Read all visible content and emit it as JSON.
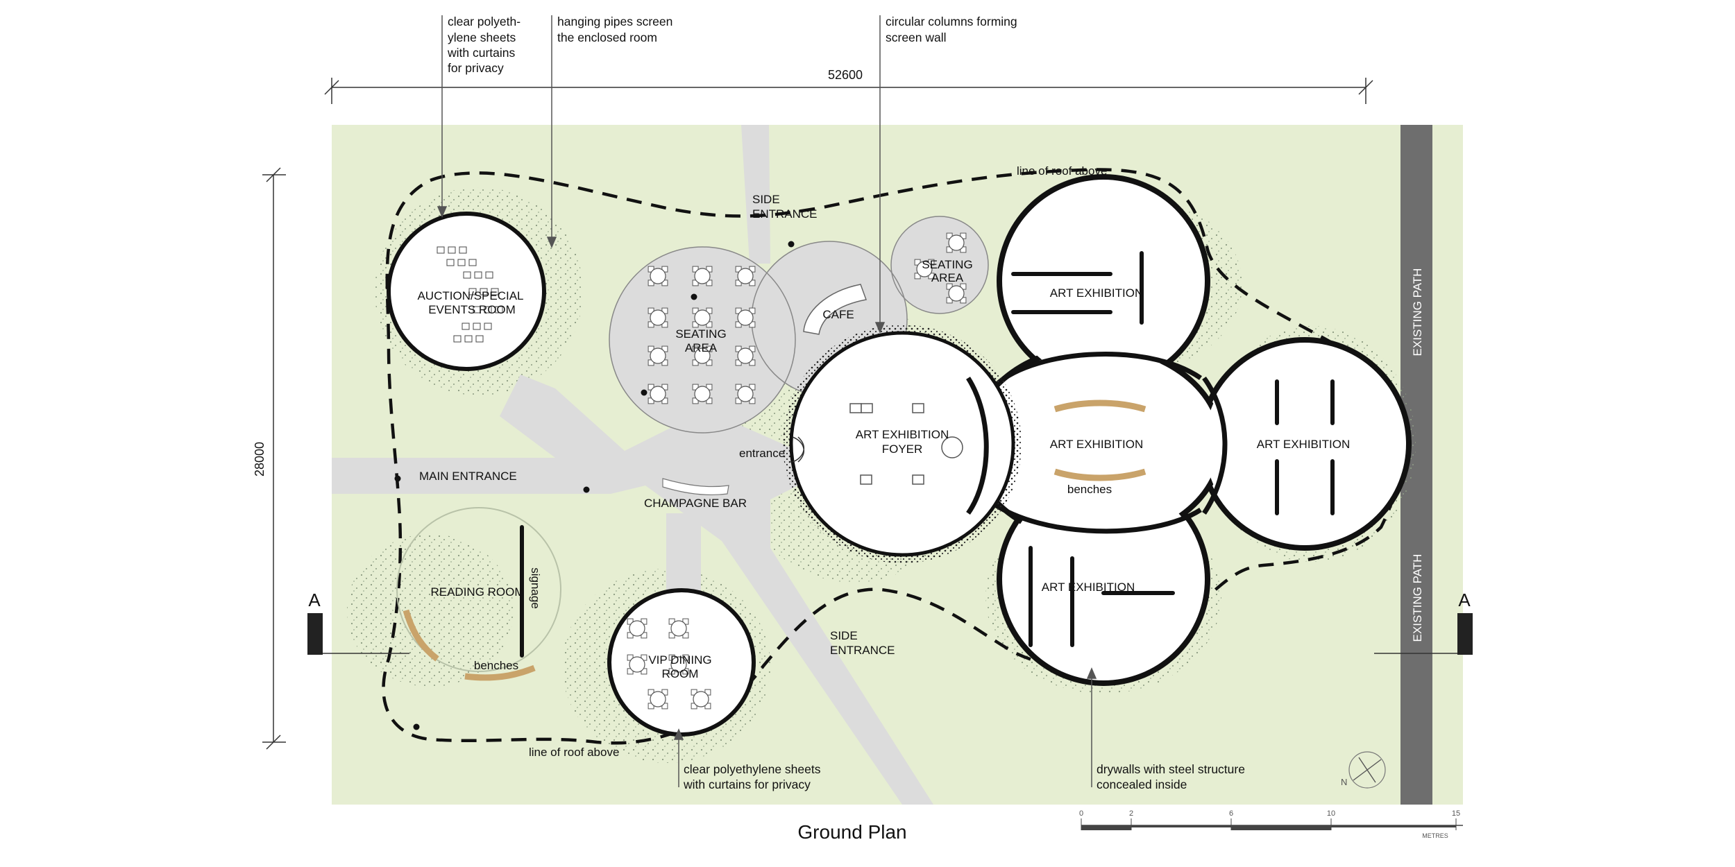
{
  "title": "Ground Plan",
  "dimensions": {
    "width": "52600",
    "height": "28000"
  },
  "section_marker": {
    "left": "A",
    "right": "A"
  },
  "rooms": {
    "auction_line1": "AUCTION/SPECIAL",
    "auction_line2": "EVENTS ROOM",
    "seating_area_1": "SEATING",
    "seating_area_1b": "AREA",
    "seating_area_2": "SEATING",
    "seating_area_2b": "AREA",
    "cafe": "CAFE",
    "foyer_line1": "ART EXHIBITION",
    "foyer_line2": "FOYER",
    "art_exhibition_top": "ART EXHIBITION",
    "art_exhibition_center": "ART EXHIBITION",
    "art_exhibition_right": "ART EXHIBITION",
    "art_exhibition_bottom": "ART EXHIBITION",
    "reading_room": "READING ROOM",
    "vip_line1": "VIP DINING",
    "vip_line2": "ROOM",
    "champagne_bar": "CHAMPAGNE BAR"
  },
  "labels": {
    "main_entrance": "MAIN ENTRANCE",
    "side_entrance_top_1": "SIDE",
    "side_entrance_top_2": "ENTRANCE",
    "side_entrance_bottom_1": "SIDE",
    "side_entrance_bottom_2": "ENTRANCE",
    "entrance": "entrance",
    "benches_center": "benches",
    "benches_reading": "benches",
    "signage": "signage",
    "roof_line_top": "line of roof above",
    "roof_line_bottom": "line of roof above",
    "existing_path_top": "EXISTING PATH",
    "existing_path_bottom": "EXISTING PATH",
    "north": "N"
  },
  "annotations": {
    "poly_1": "clear polyeth-",
    "poly_2": "ylene sheets",
    "poly_3": "with curtains",
    "poly_4": "for privacy",
    "pipes_1": "hanging pipes screen",
    "pipes_2": "the enclosed room",
    "columns_1": "circular columns forming",
    "columns_2": "screen wall",
    "vip_poly_1": "clear polyethylene  sheets",
    "vip_poly_2": "with curtains for privacy",
    "drywall_1": "drywalls with steel structure",
    "drywall_2": "concealed inside"
  },
  "scale_bar": {
    "ticks": [
      "0",
      "2",
      "6",
      "10",
      "15"
    ],
    "unit": "METRES"
  },
  "colors": {
    "lawn": "#e6eed2",
    "paving": "#dcdcdc",
    "path": "#6e6e6e",
    "bench": "#c9a36a",
    "outline": "#111111"
  }
}
